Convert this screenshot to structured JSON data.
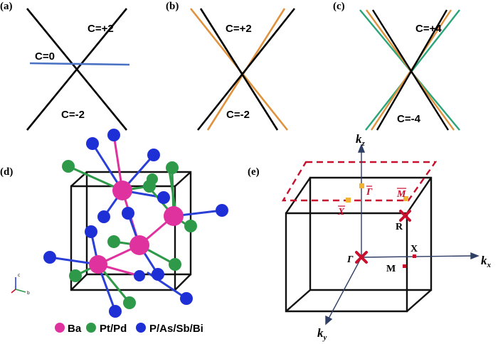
{
  "panels": {
    "a": {
      "tag": "(a)",
      "labels": [
        "C=+2",
        "C=0",
        "C=-2"
      ]
    },
    "b": {
      "tag": "(b)",
      "labels": [
        "C=+2",
        "C=-2"
      ]
    },
    "c": {
      "tag": "(c)",
      "labels": [
        "C=+4",
        "C=-4"
      ]
    },
    "d": {
      "tag": "(d)",
      "legend": [
        {
          "label": "Ba",
          "color": "#e0329f"
        },
        {
          "label": "Pt/Pd",
          "color": "#2e9a49"
        },
        {
          "label": "P/As/Sb/Bi",
          "color": "#1f2fd6"
        }
      ],
      "triad": [
        "c",
        "b"
      ]
    },
    "e": {
      "tag": "(e)",
      "axes": {
        "kz": "k",
        "kz_sub": "z",
        "kx": "k",
        "kx_sub": "x",
        "ky": "k",
        "ky_sub": "y"
      },
      "points": [
        "Γ",
        "X",
        "M",
        "R"
      ],
      "surface_points": [
        "Γ",
        "X",
        "M"
      ]
    }
  },
  "colors": {
    "black": "#000000",
    "blue": "#4a72c4",
    "orange": "#e0923c",
    "green": "#2aa57a",
    "red": "#c8102e",
    "marker": "#f2b233"
  }
}
